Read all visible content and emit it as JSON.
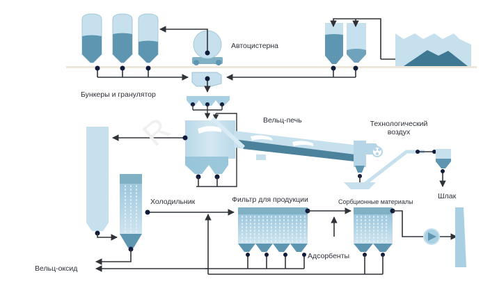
{
  "diagram": {
    "title": "Waelz process flow scheme",
    "colors": {
      "vessel_light": "#c6e0ee",
      "vessel_mid": "#a9cfe3",
      "vessel_dark": "#5e95b0",
      "material_dark": "#3f7893",
      "line": "#2f3338",
      "node": "#101a3a",
      "ground": "#ece7d8"
    },
    "labels": {
      "tanker": "Автоцистерна",
      "bunkers": "Бункеры и гранулятор",
      "kiln": "Вельц-печь",
      "process_air_line1": "Технологический",
      "process_air_line2": "воздух",
      "slag": "Шлак",
      "cooler": "Холодильник",
      "product_filter": "Фильтр для продукции",
      "sorption": "Сорбционные материалы",
      "adsorbents": "Адсорбенты",
      "waelz_oxide": "Вельц-оксид"
    },
    "equipment": [
      {
        "id": "bunker-1",
        "type": "silo",
        "fill": 0.55
      },
      {
        "id": "bunker-2",
        "type": "silo",
        "fill": 0.62
      },
      {
        "id": "bunker-3",
        "type": "silo",
        "fill": 0.45
      },
      {
        "id": "tanker",
        "type": "tank-truck"
      },
      {
        "id": "granulator",
        "type": "granulator"
      },
      {
        "id": "feed-hoppers",
        "type": "hopper",
        "count": 3
      },
      {
        "id": "store-silo-1",
        "type": "silo",
        "fill": 0.8
      },
      {
        "id": "store-silo-2",
        "type": "silo",
        "fill": 0.3
      },
      {
        "id": "raw-material-store",
        "type": "warehouse"
      },
      {
        "id": "settling-chamber",
        "type": "chamber"
      },
      {
        "id": "waelz-kiln",
        "type": "rotary-kiln"
      },
      {
        "id": "process-air-fan",
        "type": "fan"
      },
      {
        "id": "slag-conveyor",
        "type": "conveyor"
      },
      {
        "id": "slag-bin",
        "type": "bin"
      },
      {
        "id": "cooler-tower",
        "type": "tower"
      },
      {
        "id": "cooler-filter",
        "type": "bag-filter",
        "hoppers": 1
      },
      {
        "id": "product-filter",
        "type": "bag-filter",
        "hoppers": 4
      },
      {
        "id": "sorption-filter",
        "type": "bag-filter",
        "hoppers": 2
      },
      {
        "id": "exhaust-fan",
        "type": "fan"
      },
      {
        "id": "stack",
        "type": "chimney"
      }
    ]
  }
}
